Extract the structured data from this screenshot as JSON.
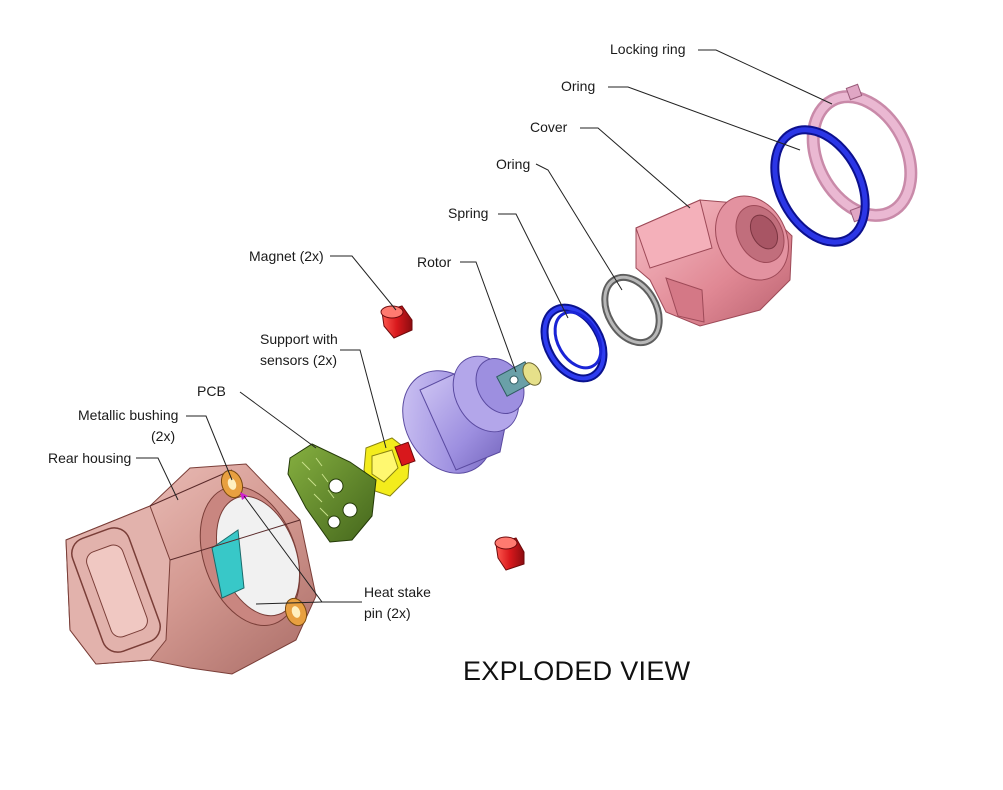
{
  "title": "EXPLODED VIEW",
  "labels": {
    "locking_ring": "Locking ring",
    "oring_outer": "Oring",
    "cover": "Cover",
    "oring_inner": "Oring",
    "spring": "Spring",
    "magnet": "Magnet (2x)",
    "rotor": "Rotor",
    "support_line1": "Support with",
    "support_line2": "sensors (2x)",
    "pcb": "PCB",
    "bushing_line1": "Metallic bushing",
    "bushing_line2": "(2x)",
    "rear_housing": "Rear housing",
    "heat_stake_line1": "Heat stake",
    "heat_stake_line2": "pin (2x)"
  },
  "colors": {
    "housing": "#d9a3a0",
    "cover": "#e89aa6",
    "locking_ring": "#e0a6c4",
    "oring_blue": "#1a1fc8",
    "oring_grey": "#8f8f8f",
    "spring": "#1a24d6",
    "rotor": "#a89ae0",
    "support": "#f3ec1c",
    "pcb": "#5f8a2a",
    "magnet": "#d8181c",
    "bushing": "#e8a040"
  }
}
